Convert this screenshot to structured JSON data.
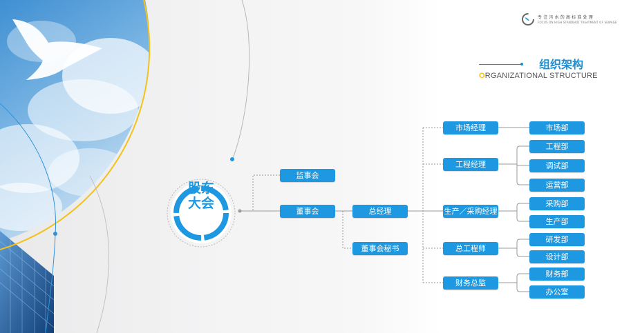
{
  "header": {
    "logo_cn": "专注污水的高标准处理",
    "logo_en": "FOCUS ON HIGH STANDARD TREATMENT OF SEWAGE",
    "title_cn": "组织架构",
    "title_en_first": "O",
    "title_en_rest": "RGANIZATIONAL STRUCTURE"
  },
  "colors": {
    "accent_blue": "#1e98e0",
    "accent_yellow": "#f2c21a",
    "line_gray": "#9a9a9a"
  },
  "org": {
    "root": "股东大会",
    "root_chars": [
      "股东",
      "大会"
    ],
    "supervisory": "监事会",
    "board": "董事会",
    "gm": "总经理",
    "secretary": "董事会秘书",
    "managers": [
      {
        "label": "市场经理",
        "departments": [
          "市场部"
        ]
      },
      {
        "label": "工程经理",
        "departments": [
          "工程部",
          "调试部",
          "运营部"
        ]
      },
      {
        "label": "生产／采购经理",
        "departments": [
          "采购部",
          "生产部"
        ]
      },
      {
        "label": "总工程师",
        "departments": [
          "研发部",
          "设计部"
        ]
      },
      {
        "label": "财务总监",
        "departments": [
          "财务部",
          "办公室"
        ]
      }
    ]
  }
}
